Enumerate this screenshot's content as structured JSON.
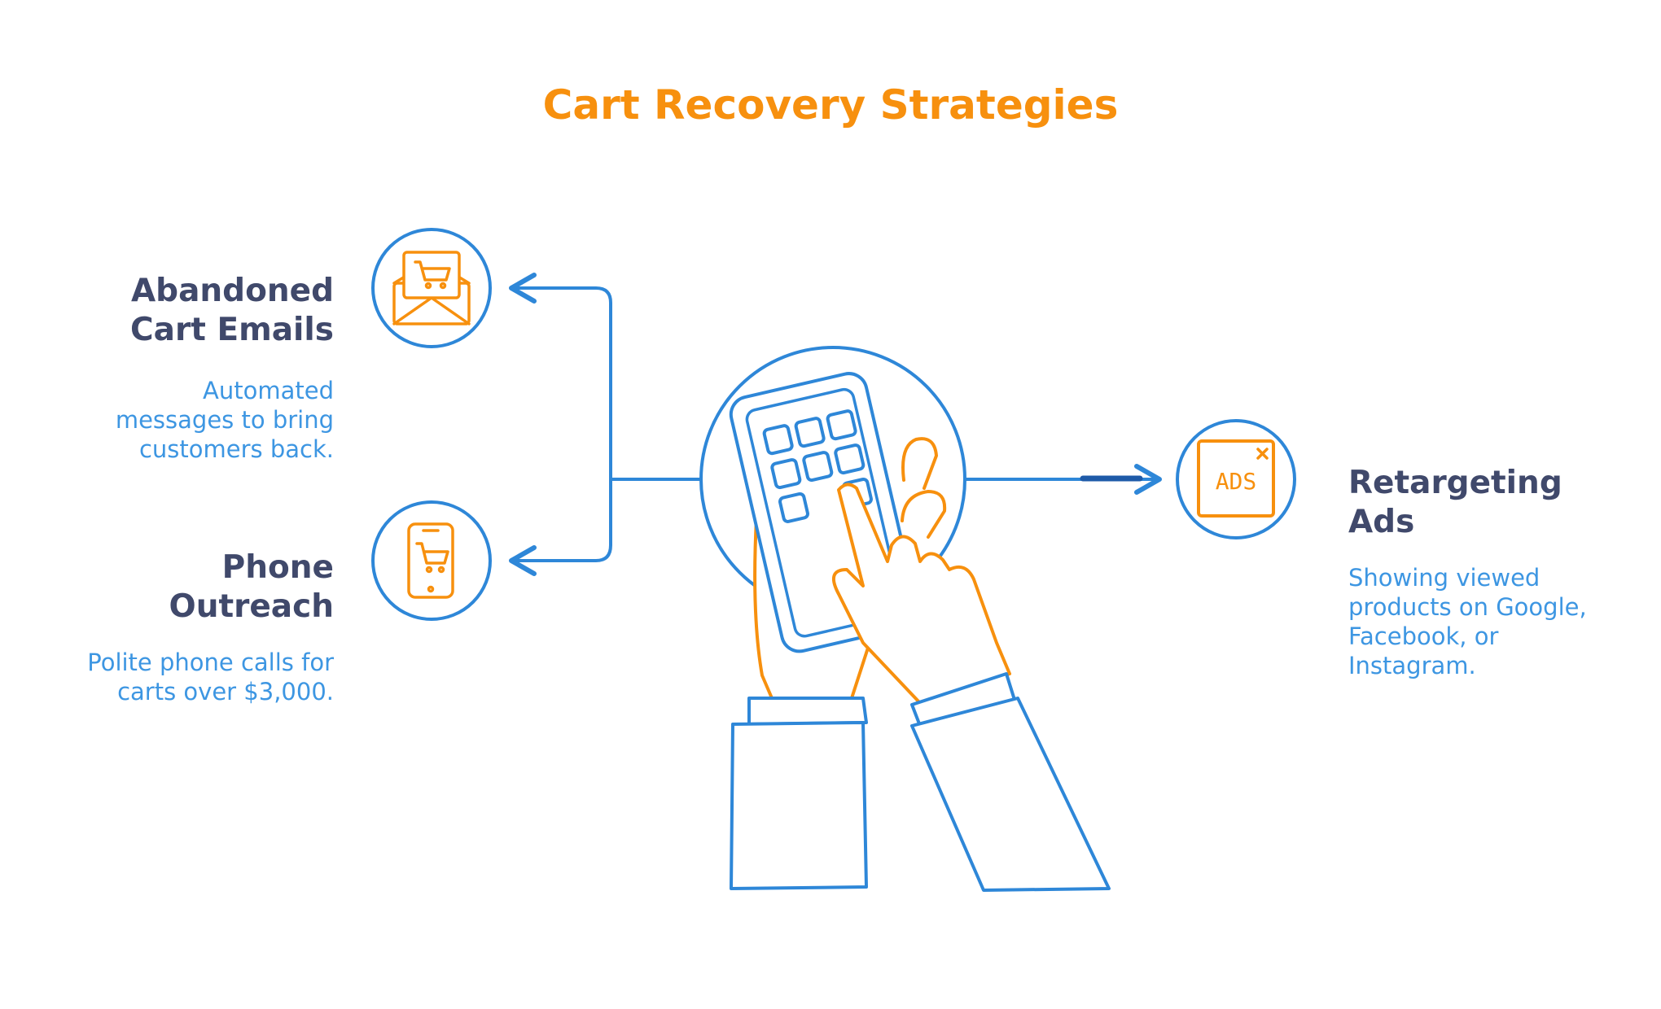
{
  "title": "Cart Recovery Strategies",
  "colors": {
    "orange": "#F7900E",
    "blue": "#2E87D8",
    "navy": "#40496B",
    "text_blue": "#3D96E2"
  },
  "strategies": [
    {
      "icon": "cart-email-icon",
      "title_lines": [
        "Abandoned",
        "Cart Emails"
      ],
      "desc_lines": [
        "Automated",
        "messages to bring",
        "customers back."
      ]
    },
    {
      "icon": "cart-phone-icon",
      "title_lines": [
        "Phone",
        "Outreach"
      ],
      "desc_lines": [
        "Polite phone calls for",
        "carts over $3,000."
      ]
    },
    {
      "icon": "ads-window-icon",
      "icon_text": "ADS",
      "title_lines": [
        "Retargeting",
        "Ads"
      ],
      "desc_lines": [
        "Showing viewed",
        "products on Google,",
        "Facebook, or",
        "Instagram."
      ]
    }
  ],
  "center_icon": "hands-tapping-phone-icon"
}
